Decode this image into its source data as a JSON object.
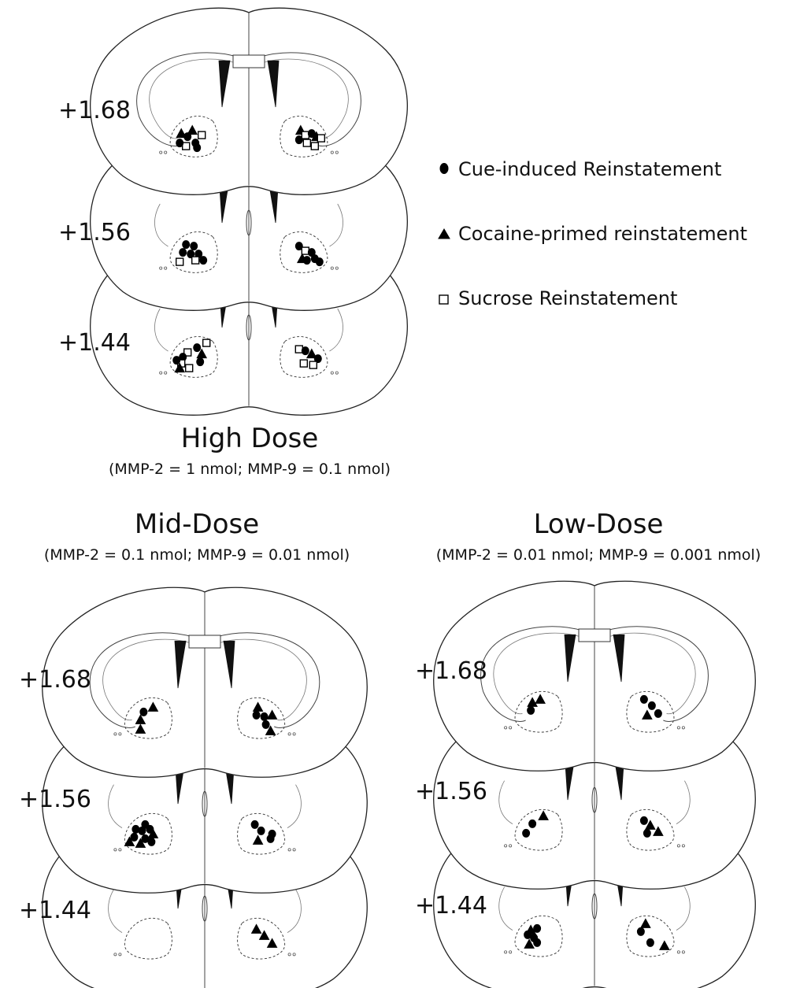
{
  "legend": {
    "items": [
      {
        "symbol": "circle",
        "label": "Cue-induced Reinstatement"
      },
      {
        "symbol": "triangle",
        "label": "Cocaine-primed reinstatement"
      },
      {
        "symbol": "square",
        "label": "Sucrose Reinstatement"
      }
    ]
  },
  "panels": [
    {
      "id": "high",
      "title": "High Dose",
      "subtitle": "(MMP-2 = 1 nmol; MMP-9 = 0.1 nmol)",
      "sections": [
        {
          "label": "+1.68",
          "left": [
            [
              "tri",
              -12,
              -6
            ],
            [
              "tri",
              2,
              -10
            ],
            [
              "sq",
              14,
              -4
            ],
            [
              "circ",
              -4,
              -2
            ],
            [
              "circ",
              6,
              6
            ],
            [
              "sq",
              -6,
              10
            ],
            [
              "circ",
              -14,
              6
            ],
            [
              "circ",
              8,
              12
            ]
          ],
          "right": [
            [
              "tri",
              -8,
              -10
            ],
            [
              "sq",
              -2,
              -4
            ],
            [
              "circ",
              6,
              -6
            ],
            [
              "tri",
              12,
              -2
            ],
            [
              "sq",
              18,
              0
            ],
            [
              "sq",
              0,
              6
            ],
            [
              "sq",
              10,
              10
            ],
            [
              "circ",
              -10,
              2
            ]
          ]
        },
        {
          "label": "+1.56",
          "left": [
            [
              "circ",
              -6,
              -12
            ],
            [
              "circ",
              4,
              -10
            ],
            [
              "circ",
              -10,
              -2
            ],
            [
              "circ",
              0,
              0
            ],
            [
              "circ",
              10,
              0
            ],
            [
              "circ",
              16,
              8
            ],
            [
              "sq",
              -14,
              10
            ],
            [
              "sq",
              6,
              8
            ]
          ],
          "right": [
            [
              "circ",
              -10,
              -10
            ],
            [
              "sq",
              -2,
              -4
            ],
            [
              "circ",
              6,
              -2
            ],
            [
              "circ",
              10,
              6
            ],
            [
              "circ",
              16,
              10
            ],
            [
              "tri",
              -6,
              6
            ],
            [
              "circ",
              0,
              8
            ]
          ]
        },
        {
          "label": "+1.44",
          "left": [
            [
              "sq",
              20,
              -20
            ],
            [
              "circ",
              8,
              -14
            ],
            [
              "sq",
              -4,
              -8
            ],
            [
              "circ",
              -10,
              -2
            ],
            [
              "tri",
              14,
              -6
            ],
            [
              "sq",
              -12,
              6
            ],
            [
              "circ",
              -18,
              2
            ],
            [
              "tri",
              -14,
              12
            ],
            [
              "sq",
              -2,
              12
            ],
            [
              "circ",
              12,
              4
            ]
          ],
          "right": [
            [
              "sq",
              -10,
              -12
            ],
            [
              "circ",
              -2,
              -10
            ],
            [
              "tri",
              6,
              -6
            ],
            [
              "circ",
              14,
              0
            ],
            [
              "sq",
              -4,
              6
            ],
            [
              "sq",
              8,
              8
            ]
          ]
        }
      ]
    },
    {
      "id": "mid",
      "title": "Mid-Dose",
      "subtitle": "(MMP-2 = 0.1 nmol; MMP-9 = 0.01 nmol)",
      "sections": [
        {
          "label": "+1.68",
          "left": [
            [
              "tri",
              10,
              -16
            ],
            [
              "circ",
              -2,
              -10
            ],
            [
              "tri",
              -6,
              0
            ],
            [
              "tri",
              -6,
              12
            ]
          ],
          "right": [
            [
              "tri",
              -8,
              -16
            ],
            [
              "circ",
              -10,
              -6
            ],
            [
              "circ",
              0,
              -4
            ],
            [
              "tri",
              10,
              -6
            ],
            [
              "circ",
              2,
              6
            ],
            [
              "tri",
              8,
              14
            ]
          ]
        },
        {
          "label": "+1.56",
          "left": [
            [
              "circ",
              0,
              -14
            ],
            [
              "circ",
              -12,
              -8
            ],
            [
              "circ",
              -4,
              -6
            ],
            [
              "circ",
              6,
              -8
            ],
            [
              "circ",
              -14,
              2
            ],
            [
              "tri",
              -20,
              8
            ],
            [
              "tri",
              -6,
              10
            ],
            [
              "circ",
              0,
              4
            ],
            [
              "circ",
              8,
              8
            ],
            [
              "tri",
              10,
              -2
            ]
          ],
          "right": [
            [
              "circ",
              -12,
              -14
            ],
            [
              "circ",
              -4,
              -6
            ],
            [
              "tri",
              -8,
              6
            ],
            [
              "circ",
              8,
              4
            ],
            [
              "circ",
              10,
              -2
            ]
          ]
        },
        {
          "label": "+1.44",
          "left": [],
          "right": [
            [
              "tri",
              -10,
              -14
            ],
            [
              "tri",
              0,
              -6
            ],
            [
              "tri",
              10,
              4
            ]
          ]
        }
      ]
    },
    {
      "id": "low",
      "title": "Low-Dose",
      "subtitle": "(MMP-2 = 0.01 nmol; MMP-9 = 0.001 nmol)",
      "sections": [
        {
          "label": "+1.68",
          "left": [
            [
              "tri",
              -4,
              -14
            ],
            [
              "tri",
              6,
              -18
            ],
            [
              "circ",
              -6,
              -4
            ]
          ],
          "right": [
            [
              "circ",
              -12,
              -18
            ],
            [
              "circ",
              -2,
              -10
            ],
            [
              "tri",
              -8,
              2
            ],
            [
              "circ",
              6,
              0
            ]
          ]
        },
        {
          "label": "+1.56",
          "left": [
            [
              "tri",
              10,
              -20
            ],
            [
              "circ",
              -4,
              -10
            ],
            [
              "circ",
              -12,
              2
            ]
          ],
          "right": [
            [
              "circ",
              -12,
              -14
            ],
            [
              "tri",
              -4,
              -8
            ],
            [
              "circ",
              -8,
              2
            ],
            [
              "tri",
              6,
              0
            ]
          ]
        },
        {
          "label": "+1.44",
          "left": [
            [
              "tri",
              -6,
              -10
            ],
            [
              "circ",
              2,
              -12
            ],
            [
              "circ",
              -10,
              -4
            ],
            [
              "circ",
              -2,
              0
            ],
            [
              "tri",
              -8,
              8
            ],
            [
              "circ",
              2,
              6
            ]
          ],
          "right": [
            [
              "tri",
              -10,
              -18
            ],
            [
              "circ",
              -16,
              -8
            ],
            [
              "circ",
              -4,
              6
            ],
            [
              "tri",
              14,
              10
            ]
          ]
        }
      ]
    }
  ]
}
